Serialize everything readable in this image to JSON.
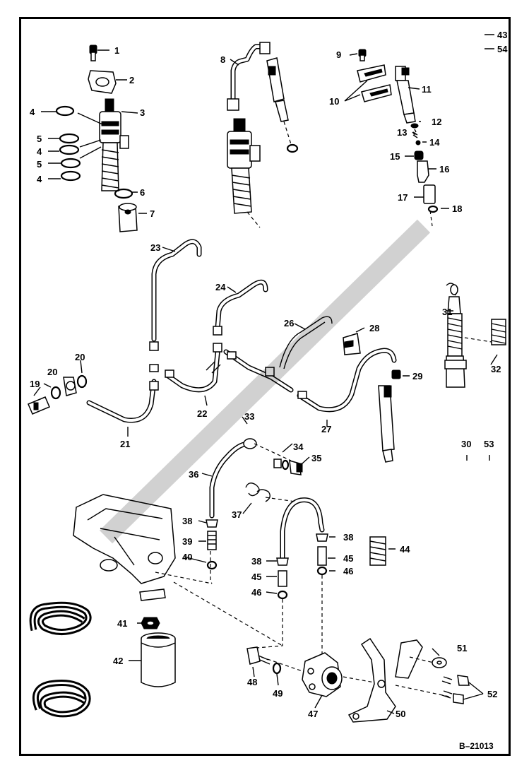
{
  "diagram": {
    "figure_id": "B–21013",
    "callouts": [
      "1",
      "2",
      "3",
      "4",
      "5",
      "4",
      "5",
      "4",
      "6",
      "7",
      "8",
      "9",
      "10",
      "11",
      "12",
      "13",
      "14",
      "15",
      "16",
      "17",
      "18",
      "19",
      "20",
      "20",
      "21",
      "22",
      "23",
      "24",
      "26",
      "27",
      "28",
      "29",
      "30",
      "31",
      "32",
      "33",
      "34",
      "35",
      "36",
      "37",
      "38",
      "38",
      "38",
      "39",
      "40",
      "41",
      "42",
      "43",
      "44",
      "45",
      "45",
      "46",
      "46",
      "47",
      "48",
      "49",
      "50",
      "51",
      "52",
      "53",
      "54"
    ]
  }
}
